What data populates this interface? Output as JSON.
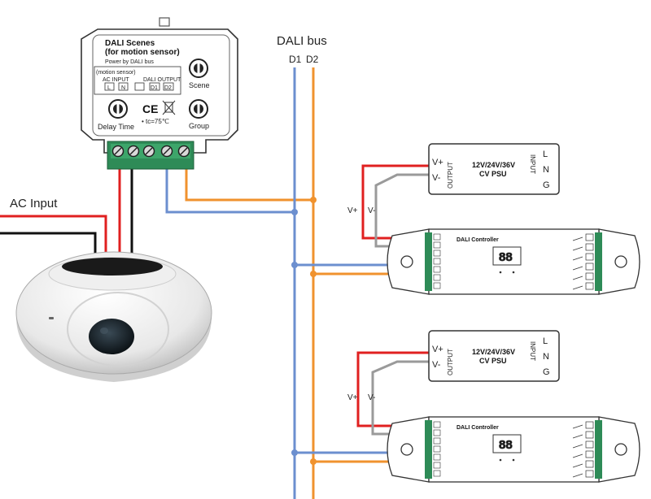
{
  "scene_module": {
    "title_line1": "DALI Scenes",
    "title_line2": "(for motion sensor)",
    "powered": "Power by DALI bus",
    "sensor_label": "(motion sensor)",
    "ac_input": "AC INPUT",
    "dali_output": "DALI OUTPUT",
    "term_l": "L",
    "term_n": "N",
    "term_d1": "D1",
    "term_d2": "D2",
    "scene_label": "Scene",
    "delay_label": "Delay Time",
    "group_label": "Group",
    "ce_mark": "CE",
    "tc_label": "• tc=75℃"
  },
  "bus": {
    "title": "DALI bus",
    "d1": "D1",
    "d2": "D2"
  },
  "ac_input_label": "AC Input",
  "psu": {
    "output_label": "OUTPUT",
    "input_label": "INPUT",
    "vplus": "V+",
    "vminus": "V-",
    "model_line1": "12V/24V/36V",
    "model_line2": "CV PSU",
    "l": "L",
    "n": "N",
    "g": "G"
  },
  "controller": {
    "title": "DALI Controller",
    "display": "88"
  },
  "wire_labels": {
    "vplus": "V+",
    "vminus": "V-"
  },
  "colors": {
    "d1_wire": "#6c8fcf",
    "d2_wire": "#f0922e",
    "live_wire": "#e02020",
    "neutral_wire": "#111111",
    "terminal_green": "#2e8b57"
  }
}
